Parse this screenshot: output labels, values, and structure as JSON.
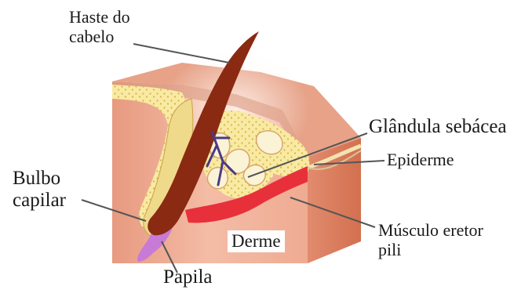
{
  "labels": {
    "haste_line1": "Haste do",
    "haste_line2": "cabelo",
    "glandula": "Glândula sebácea",
    "epiderme": "Epiderme",
    "bulbo_line1": "Bulbo",
    "bulbo_line2": "capilar",
    "musculo_line1": "Músculo eretor",
    "musculo_line2": "pili",
    "derme": "Derme",
    "papila": "Papila"
  },
  "colors": {
    "skin_front": "#f2b09a",
    "skin_right": "#e0866a",
    "skin_top": "#e7a288",
    "fat_yellow": "#f8eaa2",
    "hair": "#8a2a12",
    "muscle": "#e8303a",
    "papilla": "#c77ad6",
    "gland_purple": "#4a3a86",
    "leader_line": "#555555"
  }
}
